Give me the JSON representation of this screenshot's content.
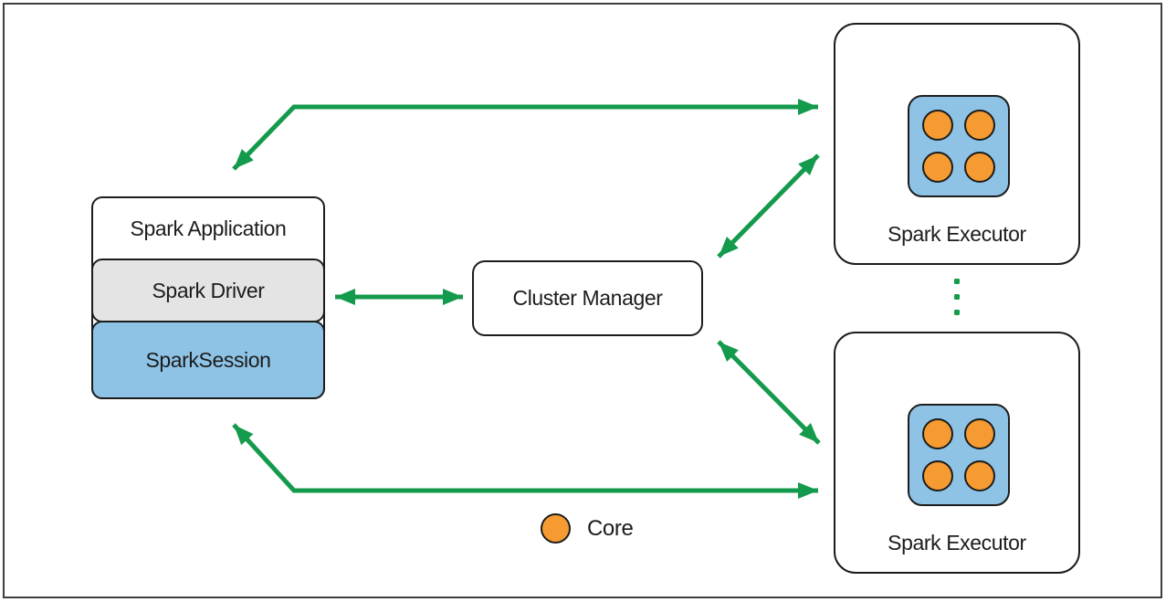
{
  "app": {
    "title": "Spark Application",
    "driver": "Spark Driver",
    "session": "SparkSession"
  },
  "cluster_manager": {
    "label": "Cluster Manager"
  },
  "executors": [
    {
      "label": "Spark Executor",
      "cores": 4
    },
    {
      "label": "Spark Executor",
      "cores": 4
    }
  ],
  "ellipsis": {
    "dots": 3
  },
  "legend": {
    "core_label": "Core"
  },
  "colors": {
    "arrow_green": "#149a4c",
    "core_orange": "#f59b31",
    "session_blue": "#8ec3e6",
    "driver_grey": "#e4e4e4",
    "outline_black": "#1c1c1c"
  }
}
